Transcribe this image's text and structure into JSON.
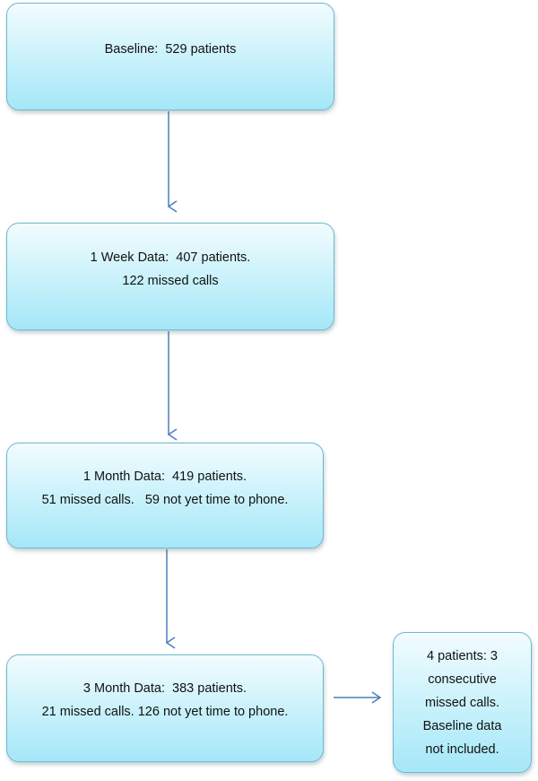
{
  "flow": {
    "baseline": {
      "line1": "Baseline:  529 patients"
    },
    "week1": {
      "line1": "1 Week Data:  407 patients.",
      "line2": "122 missed calls"
    },
    "month1": {
      "line1": "1 Month Data:  419 patients.",
      "line2": "51 missed calls.   59 not yet time to phone."
    },
    "month3": {
      "line1": "3 Month Data:  383 patients.",
      "line2": "21 missed calls. 126 not yet time to phone."
    },
    "side_note": {
      "lines": [
        "4 patients: 3",
        "consecutive",
        "missed calls.",
        "Baseline data",
        "not included."
      ]
    }
  },
  "colors": {
    "box_border": "#6fb7cf",
    "box_fill_top": "#f2fcfe",
    "box_fill_bottom": "#a5e7f8",
    "arrow": "#4a7ebb"
  }
}
